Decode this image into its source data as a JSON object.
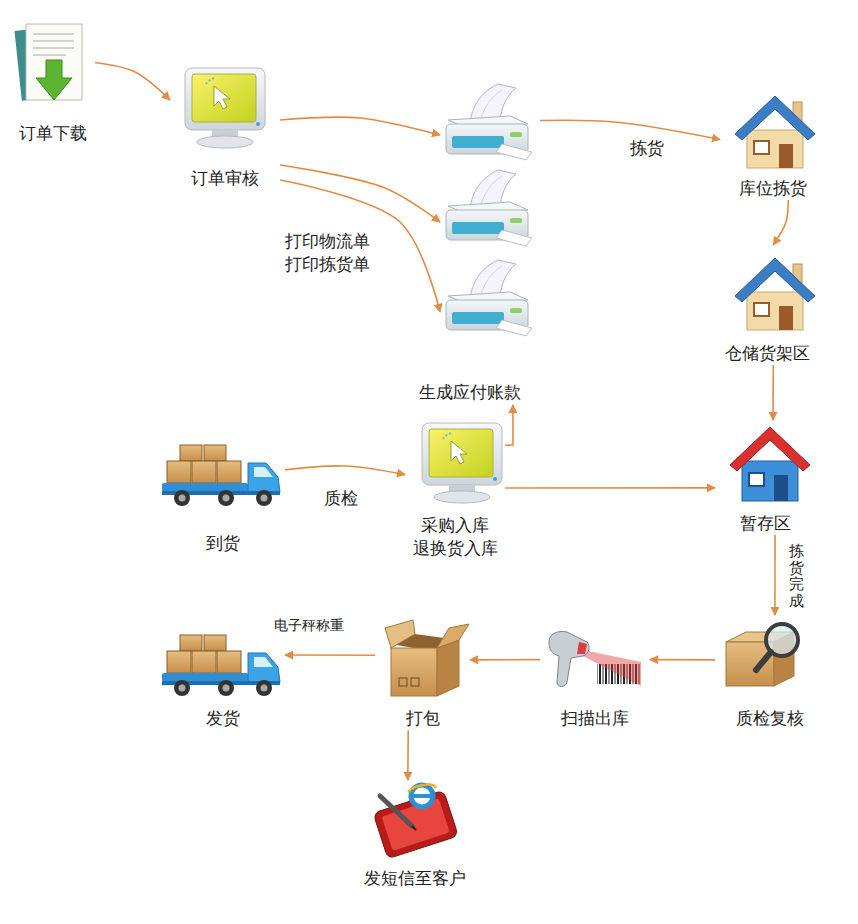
{
  "diagram": {
    "nodes": [
      {
        "text": [
          "订单下载"
        ]
      },
      {
        "text": [
          "订单审核"
        ]
      },
      {
        "text": [
          "打印物流单 打印拣货单"
        ]
      },
      {
        "text": [
          "库位拣货"
        ]
      },
      {
        "text": [
          "仓储货架区"
        ]
      },
      {
        "text": [
          "暂存区"
        ]
      },
      {
        "text": [
          "到货"
        ]
      },
      {
        "text": [
          "采购入库 退换货入库"
        ]
      },
      {
        "text": [
          "生成应付账款"
        ]
      },
      {
        "text": [
          "质检复核"
        ]
      },
      {
        "text": [
          "扫描出库"
        ]
      },
      {
        "text": [
          "打包"
        ]
      },
      {
        "text": [
          "发货"
        ]
      },
      {
        "text": [
          "发短信至客户"
        ]
      }
    ],
    "edges": [
      {
        "from": 0,
        "to": 1,
        "arrow": "to"
      },
      {
        "from": 1,
        "to": 2,
        "arrow": "to"
      },
      {
        "from": 1,
        "to": 2,
        "arrow": "to"
      },
      {
        "from": 1,
        "to": 2,
        "arrow": "to"
      },
      {
        "from": 2,
        "to": 3,
        "label": "拣货",
        "arrow": "to"
      },
      {
        "from": 3,
        "to": 4,
        "arrow": "to"
      },
      {
        "from": 4,
        "to": 5,
        "arrow": "to"
      },
      {
        "from": 6,
        "to": 7,
        "label": "质检",
        "arrow": "to"
      },
      {
        "from": 7,
        "to": 8,
        "arrow": "to"
      },
      {
        "from": 7,
        "to": 5,
        "arrow": "to"
      },
      {
        "from": 5,
        "to": 9,
        "label": "拣货完成",
        "arrow": "to"
      },
      {
        "from": 9,
        "to": 10,
        "arrow": "to"
      },
      {
        "from": 10,
        "to": 11,
        "arrow": "to"
      },
      {
        "from": 11,
        "to": 12,
        "label": "电子秤称重",
        "arrow": "to"
      },
      {
        "from": 11,
        "to": 13,
        "arrow": "to"
      }
    ]
  }
}
